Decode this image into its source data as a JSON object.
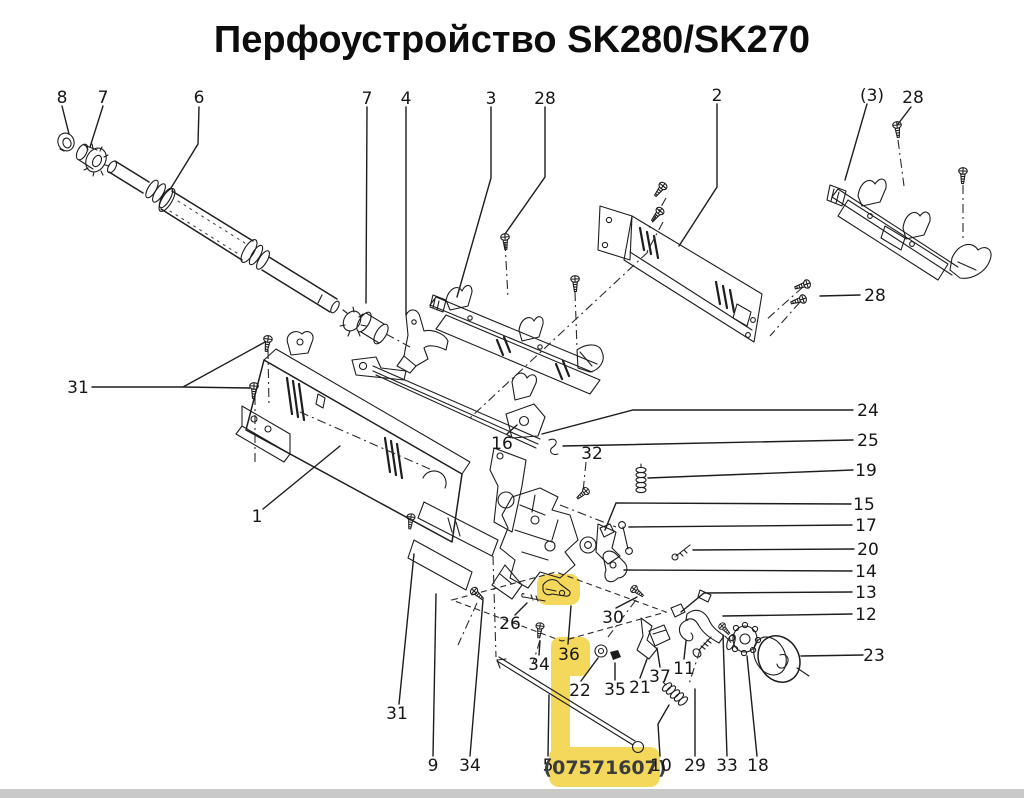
{
  "title": "Перфоустройство SK280/SK270",
  "colors": {
    "highlight": "#f4d85c",
    "ink": "#1d1d1d",
    "paper": "#ffffff",
    "bottom_strip": "#c9c9c9"
  },
  "highlight": {
    "part_label": "36",
    "part_number": "(07571607)"
  },
  "callouts": {
    "n8": "8",
    "n7a": "7",
    "n6": "6",
    "n7b": "7",
    "n4": "4",
    "n3": "3",
    "n28a": "28",
    "n2": "2",
    "n3p": "(3)",
    "n28b": "28",
    "n28c": "28",
    "n31a": "31",
    "n1": "1",
    "n16": "16",
    "n32": "32",
    "n24": "24",
    "n25": "25",
    "n19": "19",
    "n15": "15",
    "n17": "17",
    "n20": "20",
    "n14": "14",
    "n13": "13",
    "n12": "12",
    "n23": "23",
    "n26": "26",
    "n30": "30",
    "n34a": "34",
    "n36": "36",
    "n22": "22",
    "n35": "35",
    "n21": "21",
    "n37": "37",
    "n11": "11",
    "n31b": "31",
    "n9": "9",
    "n34b": "34",
    "n5": "5",
    "npn": "(07571607)",
    "n10": "10",
    "n29": "29",
    "n33": "33",
    "n18": "18"
  }
}
